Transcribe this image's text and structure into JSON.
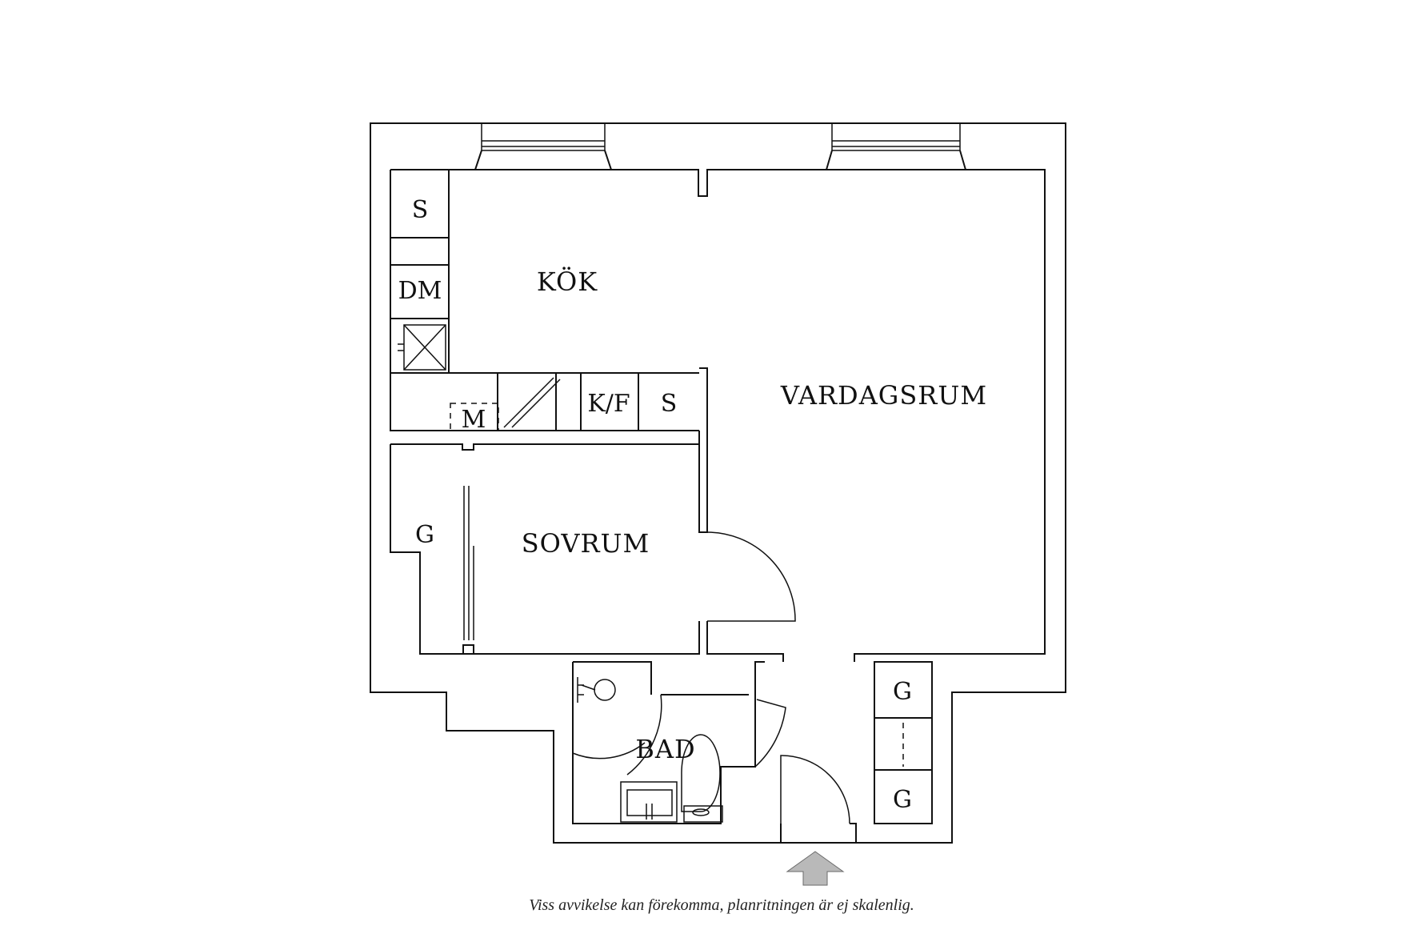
{
  "rooms": {
    "kitchen": "KÖK",
    "living_room": "VARDAGSRUM",
    "bedroom": "SOVRUM",
    "bathroom": "BAD"
  },
  "fixtures": {
    "kitchen_cabinet_top": "S",
    "dishwasher": "DM",
    "microwave": "M",
    "fridge_freezer": "K/F",
    "kitchen_cabinet_bottom": "S",
    "bedroom_wardrobe": "G",
    "hall_wardrobe_top": "G",
    "hall_wardrobe_bottom": "G"
  },
  "disclaimer": "Viss avvikelse kan förekomma, planritningen är ej skalenlig.",
  "colors": {
    "wall": "#111111",
    "entrance_arrow": "#b9b9b9",
    "background": "#ffffff"
  },
  "icons": {
    "entrance": "up-arrow-icon",
    "sink": "sink-icon",
    "toilet": "toilet-icon",
    "hob": "hob-icon"
  }
}
